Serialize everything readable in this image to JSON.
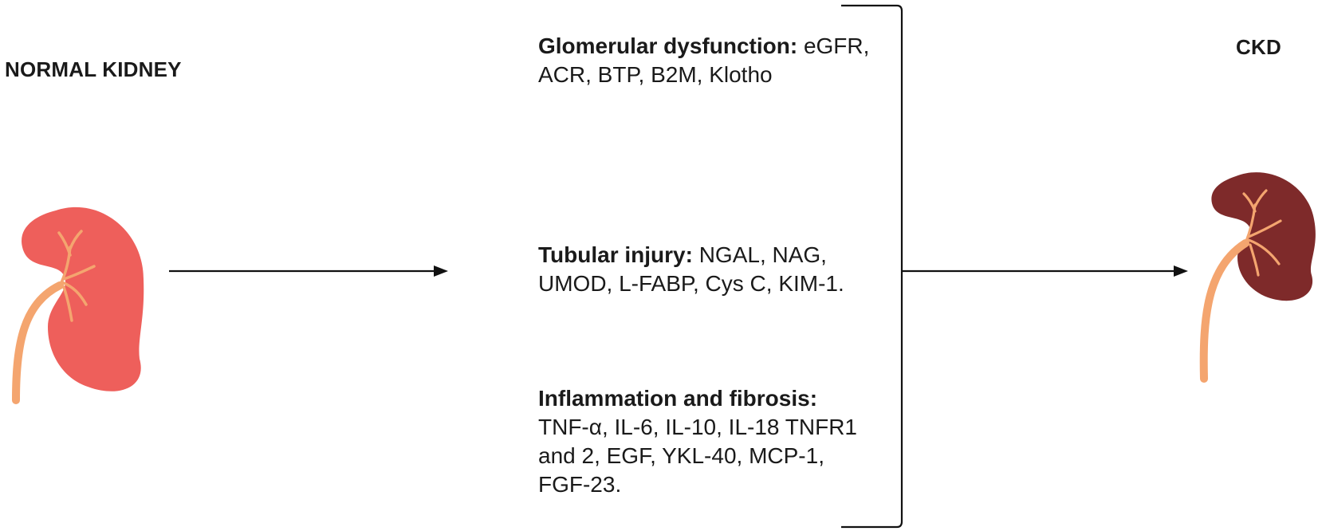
{
  "normal_title": "NORMAL KIDNEY",
  "ckd_title": "CKD",
  "categories": [
    {
      "name": "Glomerular dysfunction:",
      "markers": "eGFR, ACR, BTP, B2M, Klotho"
    },
    {
      "name": "Tubular injury:",
      "markers": "NGAL, NAG, UMOD, L-FABP, Cys C, KIM-1."
    },
    {
      "name": "Inflammation and fibrosis:",
      "markers": "TNF-α, IL-6, IL-10, IL-18 TNFR1 and 2, EGF, YKL-40, MCP-1, FGF-23."
    }
  ],
  "colors": {
    "normal_kidney": "#ee5f5b",
    "ckd_kidney": "#7e2a2a",
    "ureter": "#f4a56f",
    "arrow": "#111111"
  },
  "icons": {
    "normal_kidney": "normal-kidney-icon",
    "ckd_kidney": "ckd-kidney-icon"
  }
}
